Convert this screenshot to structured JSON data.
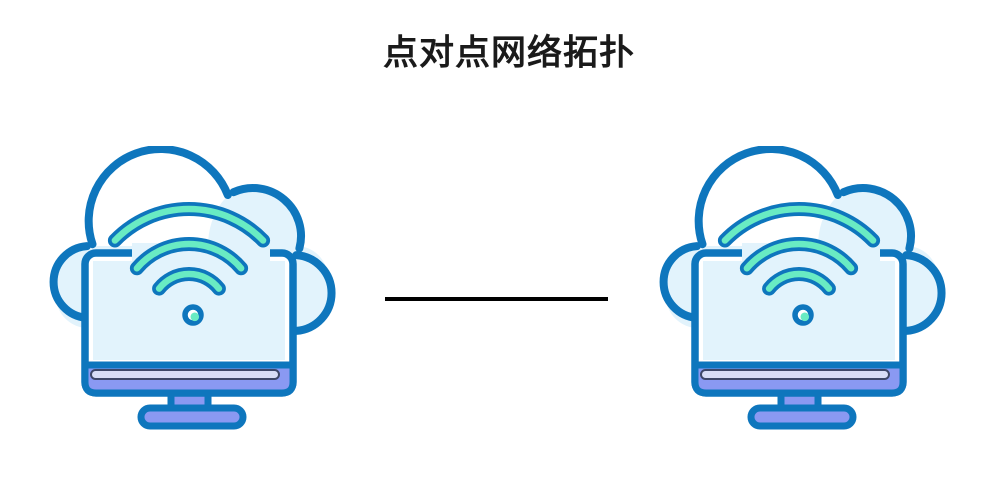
{
  "title": "点对点网络拓扑",
  "nodes": [
    {
      "id": "node-left",
      "icon": "wifi-cloud-monitor"
    },
    {
      "id": "node-right",
      "icon": "wifi-cloud-monitor"
    }
  ],
  "connector": {
    "from": "node-left",
    "to": "node-right",
    "style": "solid"
  },
  "colors": {
    "outline-blue": "#0E76BD",
    "wifi-green": "#69EBC3",
    "fill-light-blue": "#E2F3FC",
    "fill-periwinkle": "#8A99F2",
    "fill-lavender": "#D8DCF6",
    "strip-outline": "#3E4668",
    "connector-black": "#000000",
    "title-color": "#1A1A1A",
    "background": "#FFFFFF"
  }
}
